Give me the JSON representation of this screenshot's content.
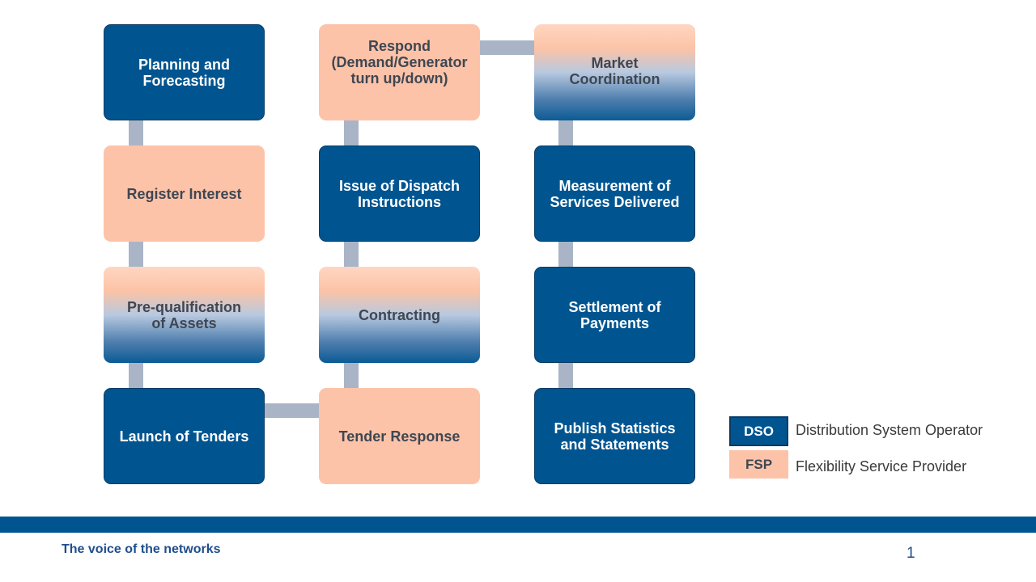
{
  "diagram": {
    "columns": [
      {
        "steps": [
          {
            "label": "Planning and\nForecasting",
            "actor": "DSO"
          },
          {
            "label": "Register Interest",
            "actor": "FSP"
          },
          {
            "label": "Pre-qualification\nof Assets",
            "actor": "DSO/FSP"
          },
          {
            "label": "Launch of Tenders",
            "actor": "DSO"
          }
        ]
      },
      {
        "steps": [
          {
            "label": "Respond\n(Demand/Generator\nturn up/down)",
            "actor": "FSP"
          },
          {
            "label": "Issue of Dispatch\nInstructions",
            "actor": "DSO"
          },
          {
            "label": "Contracting",
            "actor": "DSO/FSP"
          },
          {
            "label": "Tender Response",
            "actor": "FSP"
          }
        ]
      },
      {
        "steps": [
          {
            "label": "Market\nCoordination",
            "actor": "DSO/FSP"
          },
          {
            "label": "Measurement of\nServices Delivered",
            "actor": "DSO"
          },
          {
            "label": "Settlement of\nPayments",
            "actor": "DSO"
          },
          {
            "label": "Publish Statistics\nand Statements",
            "actor": "DSO"
          }
        ]
      }
    ]
  },
  "legend": {
    "dso": {
      "abbr": "DSO",
      "text": "Distribution System Operator",
      "color": "#005591"
    },
    "fsp": {
      "abbr": "FSP",
      "text": "Flexibility Service Provider",
      "color": "#fdc3a9"
    }
  },
  "footer": {
    "tagline": "The voice of the networks",
    "page_number": "1"
  },
  "colors": {
    "dso_blue": "#005591",
    "fsp_peach": "#fdc3a9",
    "connector_grey": "#a9b5c6"
  }
}
